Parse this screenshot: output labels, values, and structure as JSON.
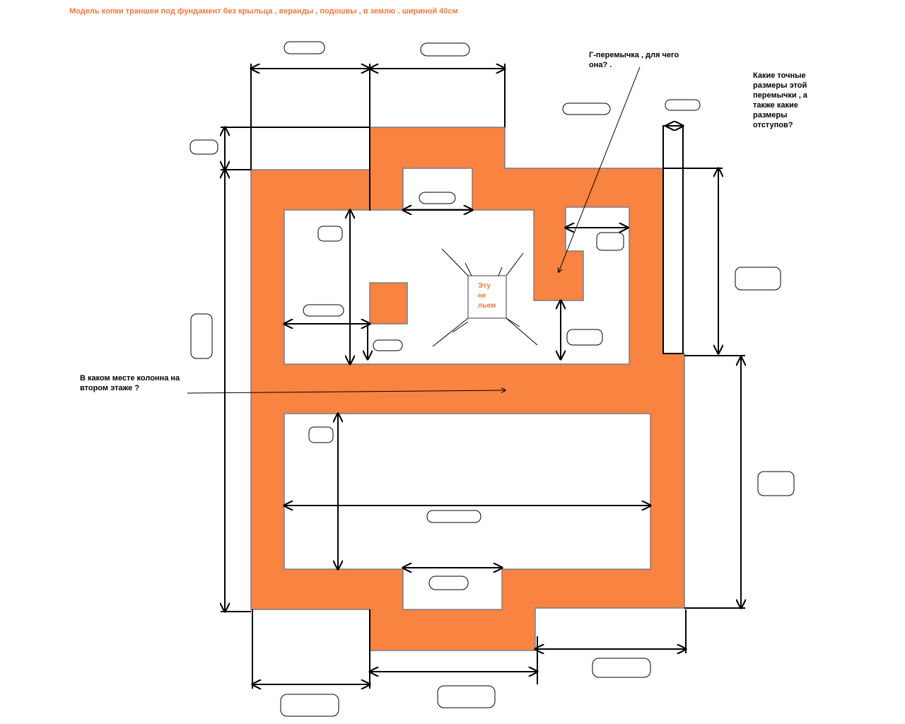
{
  "title": "Модель копки траншеи под фундамент без крыльца , веранды , подошвы , в землю . шириной 40см",
  "annotations": {
    "g_lintel": "Г-перемычка , для чего она? .",
    "sizes_question": "Какие точные размеры этой перемычки , а также какие размеры отступов?",
    "column_question": "В каком месте колонна на втором этаже ?",
    "not_poured": "Эту не льем"
  },
  "colors": {
    "foundation": "#F98340",
    "walls": "#7a7a8a",
    "title": "#F07840"
  }
}
